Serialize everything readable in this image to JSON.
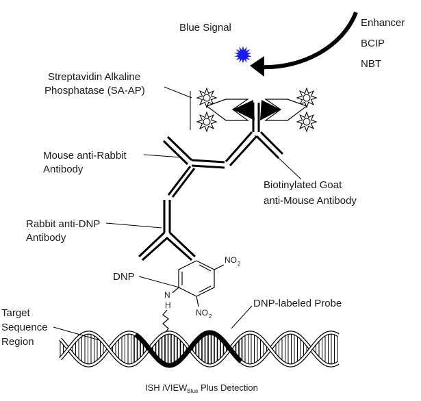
{
  "labels": {
    "blue_signal": "Blue Signal",
    "enhancer": "Enhancer",
    "bcip": "BCIP",
    "nbt": "NBT",
    "sa_ap_line1": "Streptavidin Alkaline",
    "sa_ap_line2": "Phosphatase (SA-AP)",
    "mouse_line1": "Mouse anti-Rabbit",
    "mouse_line2": "Antibody",
    "biotin_line1": "Biotinylated Goat",
    "biotin_line2": "anti-Mouse Antibody",
    "rabbit_line1": "Rabbit anti-DNP",
    "rabbit_line2": "Antibody",
    "dnp": "DNP",
    "dnp_probe": "DNP-labeled Probe",
    "target_line1": "Target",
    "target_line2": "Sequence",
    "target_line3": "Region"
  },
  "chem": {
    "no2_top": "NO",
    "no2_top_sub": "2",
    "no2_bottom": "NO",
    "no2_bottom_sub": "2",
    "nh_n": "N",
    "nh_h": "H"
  },
  "caption": {
    "prefix": "ISH ",
    "italic_i": "i",
    "view": "VIEW",
    "blue_sub": "Blue",
    "suffix": " Plus Detection"
  },
  "colors": {
    "signal": "#1a1aff",
    "ink": "#000000"
  }
}
